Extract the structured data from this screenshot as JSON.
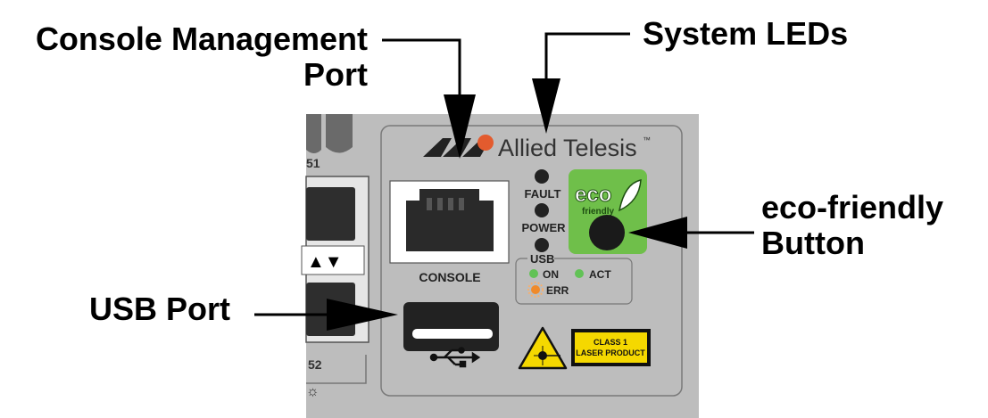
{
  "callouts": {
    "console_line1": "Console Management",
    "console_line2": "Port",
    "system_leds": "System LEDs",
    "eco_line1": "eco-friendly",
    "eco_line2": "Button",
    "usb_port": "USB Port"
  },
  "panel": {
    "brand": "Allied Telesis",
    "brand_tm": "™",
    "port_51": "51",
    "port_52": "52",
    "sfp_arrows": "▲▼",
    "console_label": "CONSOLE",
    "fault_label": "FAULT",
    "power_label": "POWER",
    "usb_label": "USB",
    "on_label": "ON",
    "act_label": "ACT",
    "err_label": "ERR",
    "eco_badge_text": "eco",
    "eco_badge_sub": "friendly",
    "laser_line1": "CLASS 1",
    "laser_line2": "LASER PRODUCT"
  },
  "colors": {
    "panel_gray": "#bdbdbd",
    "eco_green": "#6fbf4a",
    "led_green": "#62c256",
    "led_orange": "#f08a2a",
    "laser_yellow": "#f5d800"
  }
}
